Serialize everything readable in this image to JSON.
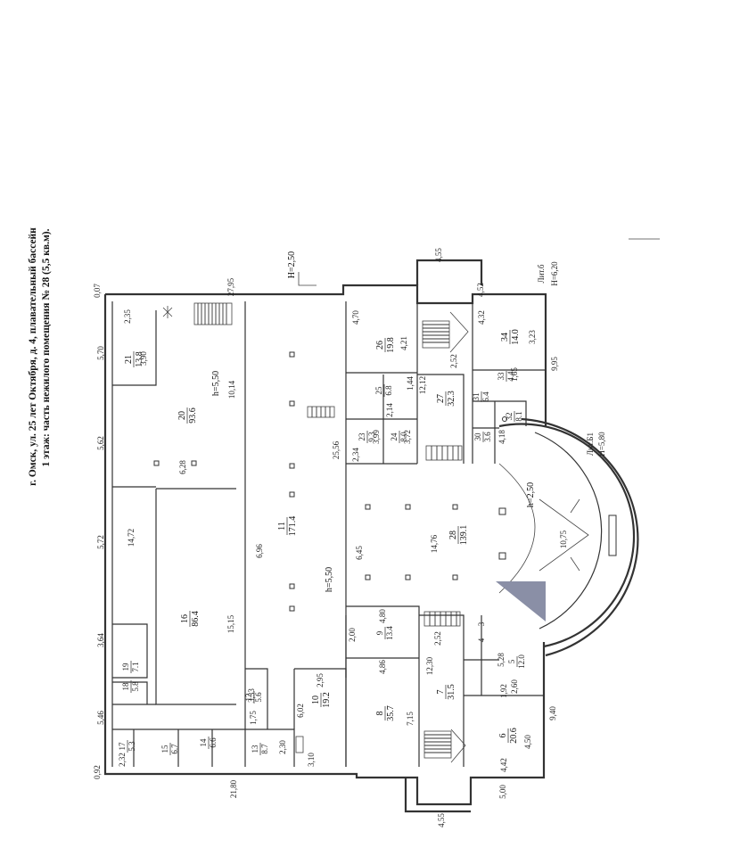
{
  "header": {
    "line1": "г. Омск, ул. 25 лет Октября, д. 4, плавательный бассейн",
    "line2": "1 этаж: часть нежилого помещения № 28 (5,5 кв.м)."
  },
  "rooms": [
    {
      "no": "21",
      "area": "13.8"
    },
    {
      "no": "20",
      "area": "93.6"
    },
    {
      "no": "11",
      "area": "171.4"
    },
    {
      "no": "16",
      "area": "86.4"
    },
    {
      "no": "19",
      "area": "7.1"
    },
    {
      "no": "18",
      "area": "5.8"
    },
    {
      "no": "17",
      "area": "5.3"
    },
    {
      "no": "15",
      "area": "6.7"
    },
    {
      "no": "14",
      "area": "6.6"
    },
    {
      "no": "13",
      "area": "8.7"
    },
    {
      "no": "12",
      "area": "5.6"
    },
    {
      "no": "10",
      "area": "19.2"
    },
    {
      "no": "26",
      "area": "19.8"
    },
    {
      "no": "25",
      "area": "6.8"
    },
    {
      "no": "24",
      "area": "8.0"
    },
    {
      "no": "23",
      "area": "9.3"
    },
    {
      "no": "27",
      "area": "32.3"
    },
    {
      "no": "34",
      "area": "14.0"
    },
    {
      "no": "33",
      "area": "4.4"
    },
    {
      "no": "32",
      "area": "8.1"
    },
    {
      "no": "31",
      "area": "6.4"
    },
    {
      "no": "30",
      "area": "3.6"
    },
    {
      "no": "28",
      "area": "139.1"
    },
    {
      "no": "9",
      "area": "13.4"
    },
    {
      "no": "8",
      "area": "35.7"
    },
    {
      "no": "7",
      "area": "31.5"
    },
    {
      "no": "6",
      "area": "20.6"
    },
    {
      "no": "5",
      "area": "12.0"
    },
    {
      "no": "4",
      "area": ""
    },
    {
      "no": "3",
      "area": ""
    }
  ],
  "heights": {
    "h1": "H=2,50",
    "h2": "h=5,50",
    "h3": "h=5,50",
    "h4": "h=2,50",
    "h5": "H=6,20",
    "h6": "H=5,80",
    "lit1": "Лит.б",
    "lit2": "Лит.Б1"
  },
  "dims": {
    "d0_07": "0,07",
    "d2_35": "2,35",
    "d5_70": "5,70",
    "d3_90": "3,90",
    "d5_62": "5,62",
    "d14_72": "14,72",
    "d5_72": "5,72",
    "d3_64": "3,64",
    "d5_46": "5,46",
    "d0_92": "0,92",
    "d10_14": "10,14",
    "d6_28": "6,28",
    "d6_96": "6,96",
    "d15_15": "15,15",
    "d25_56": "25,56",
    "d6_45": "6,45",
    "d14_76": "14,76",
    "d10_75": "10,75",
    "d4_70": "4,70",
    "d4_21": "4,21",
    "d12_12": "12,12",
    "d2_52": "2,52",
    "d4_32": "4,32",
    "d3_23": "3,23",
    "d9_95": "9,95",
    "d4_52": "4,52",
    "d4_55a": "4,55",
    "d4_55b": "4,55",
    "d21_80": "21,80",
    "d5_00": "5,00",
    "d4_42": "4,42",
    "d4_50": "4,50",
    "d9_40": "9,40",
    "d2_60": "2,60",
    "d12_30": "12,30",
    "d7_15": "7,15",
    "d4_86": "4,86",
    "d4_80": "4,80",
    "d2_00": "2,00",
    "d6_02": "6,02",
    "d2_95": "2,95",
    "d3_10": "3,10",
    "d2_30": "2,30",
    "d2_32": "2,32",
    "d3_33": "3,33",
    "d1_75": "1,75",
    "d2_34": "2,34",
    "d3_99": "3,99",
    "d3_72": "3,72",
    "d2_14": "2,14",
    "d1_44": "1,44",
    "d4_18": "4,18",
    "d1_65": "1,65",
    "d2_52b": "2,52",
    "d27_95": "27,95",
    "d5_28": "5,28",
    "d1_92": "1,92"
  }
}
